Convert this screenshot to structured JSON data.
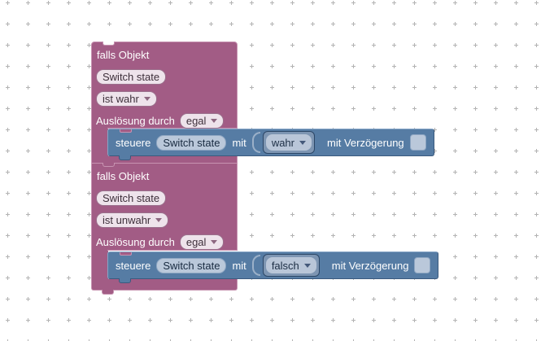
{
  "colors": {
    "purple": "#a25c85",
    "p_border": "#c793b1",
    "blue": "#567ca4",
    "b_border_light": "#86a5c7",
    "b_border_dark": "#3a5a7e",
    "field_pink": "#eee3eb",
    "field_pink_border": "#9b6f8c",
    "field_blue": "#bac8da",
    "field_blue_border": "#8ea6c2",
    "arrow_pink": "#8d6780",
    "grid": "#b3b3b3"
  },
  "blocks": [
    {
      "type_label": "falls Objekt",
      "object": "Switch state",
      "state_dropdown": "ist wahr",
      "trigger_label": "Auslösung durch",
      "trigger_dropdown": "egal",
      "control": {
        "verb": "steuere",
        "object": "Switch state",
        "with_label": "mit",
        "value_dropdown": "wahr",
        "delay_label": "mit Verzögerung",
        "delay_checked": false
      }
    },
    {
      "type_label": "falls Objekt",
      "object": "Switch state",
      "state_dropdown": "ist unwahr",
      "trigger_label": "Auslösung durch",
      "trigger_dropdown": "egal",
      "control": {
        "verb": "steuere",
        "object": "Switch state",
        "with_label": "mit",
        "value_dropdown": "falsch",
        "delay_label": "mit Verzögerung",
        "delay_checked": false
      }
    }
  ]
}
